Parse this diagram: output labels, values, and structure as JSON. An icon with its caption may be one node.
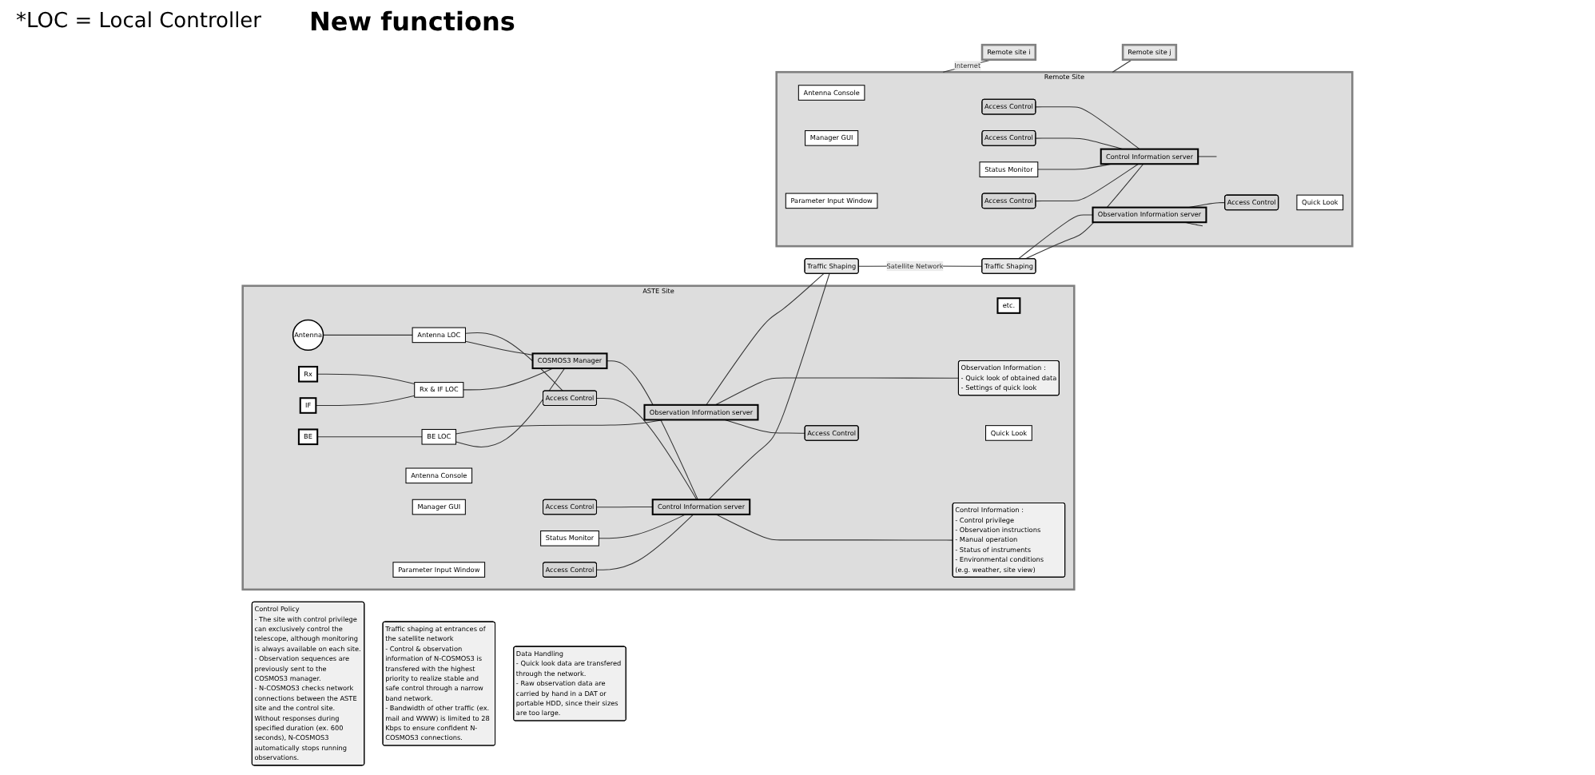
{
  "diagram": {
    "nodes": [
      {
        "text": [
          "ASTE Site"
        ]
      },
      {
        "text": [
          "Antenna"
        ],
        "in": 0
      },
      {
        "text": [
          "Rx"
        ],
        "in": 0
      },
      {
        "text": [
          "IF"
        ],
        "in": 0
      },
      {
        "text": [
          "BE"
        ],
        "in": 0
      },
      {
        "text": [
          "etc."
        ],
        "in": 0
      },
      {
        "text": [
          "Antenna LOC"
        ],
        "in": 0
      },
      {
        "text": [
          "Rx & IF LOC"
        ],
        "in": 0
      },
      {
        "text": [
          "BE LOC"
        ],
        "in": 0
      },
      {
        "text": [
          "COSMOS3 Manager"
        ],
        "in": 0
      },
      {
        "text": [
          "Antenna Console"
        ],
        "in": 0
      },
      {
        "text": [
          "Access Control"
        ],
        "in": 0
      },
      {
        "text": [
          "Manager GUI"
        ],
        "in": 0
      },
      {
        "text": [
          "Access Control"
        ],
        "in": 0
      },
      {
        "text": [
          "Parameter Input Window"
        ],
        "in": 0
      },
      {
        "text": [
          "Access Control"
        ],
        "in": 0
      },
      {
        "text": [
          "Status Monitor"
        ],
        "in": 0
      },
      {
        "text": [
          "Control Information server"
        ],
        "in": 0
      },
      {
        "text": [
          "Observation Information server"
        ],
        "in": 0
      },
      {
        "text": [
          "Access Control"
        ],
        "in": 0
      },
      {
        "text": [
          "Quick Look"
        ],
        "in": 0
      },
      {
        "text": [
          "Observation Information :",
          "- Quick look of obtained data",
          "- Settings of quick look"
        ],
        "in": 0
      },
      {
        "text": [
          "Control Information :",
          "- Control privilege",
          "- Observation instructions",
          "- Manual operation",
          "- Status of instruments",
          "- Environmental conditions (e.g. weather, site view)"
        ],
        "in": 0
      },
      {
        "text": [
          "Traffic Shaping"
        ]
      },
      {
        "text": [
          "Traffic Shaping"
        ]
      },
      {
        "text": [
          "Remote Site"
        ]
      },
      {
        "text": [
          "Antenna Console"
        ],
        "in": 25
      },
      {
        "text": [
          "Access Control"
        ],
        "in": 25
      },
      {
        "text": [
          "Manager GUI"
        ],
        "in": 25
      },
      {
        "text": [
          "Access Control"
        ],
        "in": 25
      },
      {
        "text": [
          "Parameter Input Window"
        ],
        "in": 25
      },
      {
        "text": [
          "Access Control"
        ],
        "in": 25
      },
      {
        "text": [
          "Status Monitor"
        ],
        "in": 25
      },
      {
        "text": [
          "Control Information server"
        ],
        "in": 25
      },
      {
        "text": [
          "Observation Information server"
        ],
        "in": 25
      },
      {
        "text": [
          "Access Control"
        ],
        "in": 25
      },
      {
        "text": [
          "Quick Look"
        ],
        "in": 25
      },
      {
        "text": [
          "Remote site i"
        ]
      },
      {
        "text": [
          "Remote site j"
        ]
      },
      {
        "text": [
          "Control Policy",
          "- The site with control privilege can exclusively control the telescope, although monitoring is always available on each site.",
          "- Observation sequences are previously sent to the COSMOS3 manager.",
          "- N-COSMOS3 checks network connections between the ASTE site and the control site. Without responses during specified duration (ex. 600 seconds), N-COSMOS3 automatically stops running observations."
        ]
      },
      {
        "text": [
          "Traffic shaping at entrances of the satellite network",
          "- Control & observation information of N-COSMOS3 is transfered with the highest priority to realize stable and safe control through a narrow band network.",
          "- Bandwidth of other traffic (ex. mail and WWW) is limited to 28 Kbps to ensure confident N-COSMOS3 connections."
        ]
      },
      {
        "text": [
          "Data Handling",
          "- Quick look data are transfered through the network.",
          "- Raw observation data are carried by hand in a DAT or portable HDD, since their sizes are too large."
        ]
      }
    ],
    "edges": [
      {
        "from": 1,
        "to": 6,
        "arrow": "none"
      },
      {
        "from": 2,
        "to": 7,
        "arrow": "none"
      },
      {
        "from": 3,
        "to": 7,
        "arrow": "none"
      },
      {
        "from": 4,
        "to": 8,
        "arrow": "none"
      },
      {
        "from": 6,
        "to": 9,
        "arrow": "none"
      },
      {
        "from": 7,
        "to": 9,
        "arrow": "none"
      },
      {
        "from": 8,
        "to": 9,
        "arrow": "none"
      },
      {
        "from": 6,
        "to": 11,
        "arrow": "none"
      },
      {
        "from": 11,
        "to": 17,
        "arrow": "none"
      },
      {
        "from": 13,
        "to": 17,
        "arrow": "none"
      },
      {
        "from": 15,
        "to": 17,
        "arrow": "none"
      },
      {
        "from": 16,
        "to": 17,
        "arrow": "none"
      },
      {
        "from": 9,
        "to": 17,
        "arrow": "none"
      },
      {
        "from": 8,
        "to": 18,
        "arrow": "none"
      },
      {
        "from": 18,
        "to": 19,
        "arrow": "none"
      },
      {
        "from": 18,
        "to": 21,
        "arrow": "none"
      },
      {
        "from": 17,
        "to": 22,
        "arrow": "none"
      },
      {
        "from": 17,
        "to": 23,
        "arrow": "none"
      },
      {
        "from": 18,
        "to": 23,
        "arrow": "none"
      },
      {
        "from": 23,
        "to": 24,
        "label": "Satellite Network",
        "arrow": "none"
      },
      {
        "from": 24,
        "to": 33,
        "arrow": "none"
      },
      {
        "from": 24,
        "to": 34,
        "arrow": "none"
      },
      {
        "from": 27,
        "to": 33,
        "arrow": "none"
      },
      {
        "from": 29,
        "to": 33,
        "arrow": "none"
      },
      {
        "from": 31,
        "to": 33,
        "arrow": "none"
      },
      {
        "from": 32,
        "to": 33,
        "arrow": "none"
      },
      {
        "from": 33,
        "to": null,
        "arrow": "none"
      },
      {
        "from": 34,
        "to": null,
        "arrow": "none"
      },
      {
        "from": 34,
        "to": 35,
        "arrow": "none"
      },
      {
        "from": 25,
        "to": 37,
        "label": "Internet",
        "arrow": "none"
      },
      {
        "from": 25,
        "to": 38,
        "arrow": "none"
      }
    ],
    "labels": [
      "*LOC = Local Controller",
      "New functions"
    ]
  }
}
